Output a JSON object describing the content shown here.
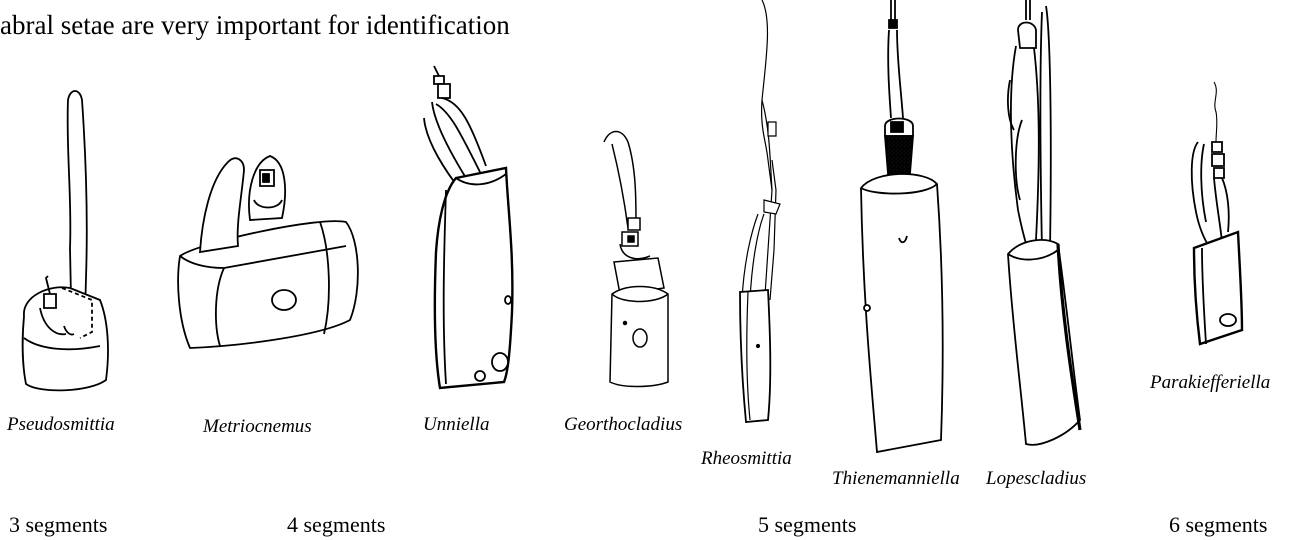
{
  "title": "abral setae are very important for identification",
  "genera": [
    "Pseudosmittia",
    "Metriocnemus",
    "Unniella",
    "Georthocladius",
    "Rheosmittia",
    "Thienemanniella",
    "Lopescladius",
    "Parakiefferiella"
  ],
  "segments": [
    "3 segments",
    "4 segments",
    "5 segments",
    "6 segments"
  ]
}
